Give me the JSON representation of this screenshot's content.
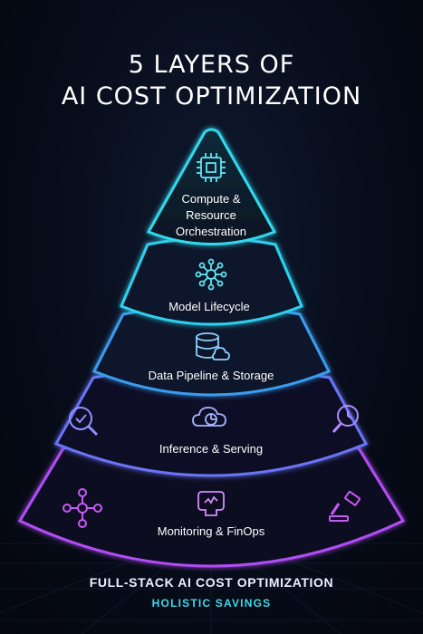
{
  "title": {
    "line1": "5 LAYERS OF",
    "line2": "AI COST OPTIMIZATION"
  },
  "layers": [
    {
      "label_lines": [
        "Compute &",
        "Resource",
        "Orchestration"
      ],
      "icon": "cpu-chip-icon",
      "color": "#31d9ee"
    },
    {
      "label_lines": [
        "Model Lifecycle"
      ],
      "icon": "neural-network-icon",
      "color": "#2fd0ee"
    },
    {
      "label_lines": [
        "Data Pipeline & Storage"
      ],
      "icon": "database-cloud-icon",
      "color": "#3a9cf0"
    },
    {
      "label_lines": [
        "Inference & Serving"
      ],
      "icon": "cloud-pie-icon",
      "color": "#6a74f6"
    },
    {
      "label_lines": [
        "Monitoring & FinOps"
      ],
      "icon": "chart-monitor-icon",
      "color": "#b14df4"
    }
  ],
  "side_icons": {
    "layer4_left": "magnifier-check-icon",
    "layer4_right": "magnifier-clock-icon",
    "layer5_left": "network-nodes-icon",
    "layer5_right": "gavel-icon"
  },
  "footer": {
    "line1": "FULL-STACK AI COST OPTIMIZATION",
    "line2": "HOLISTIC SAVINGS"
  }
}
